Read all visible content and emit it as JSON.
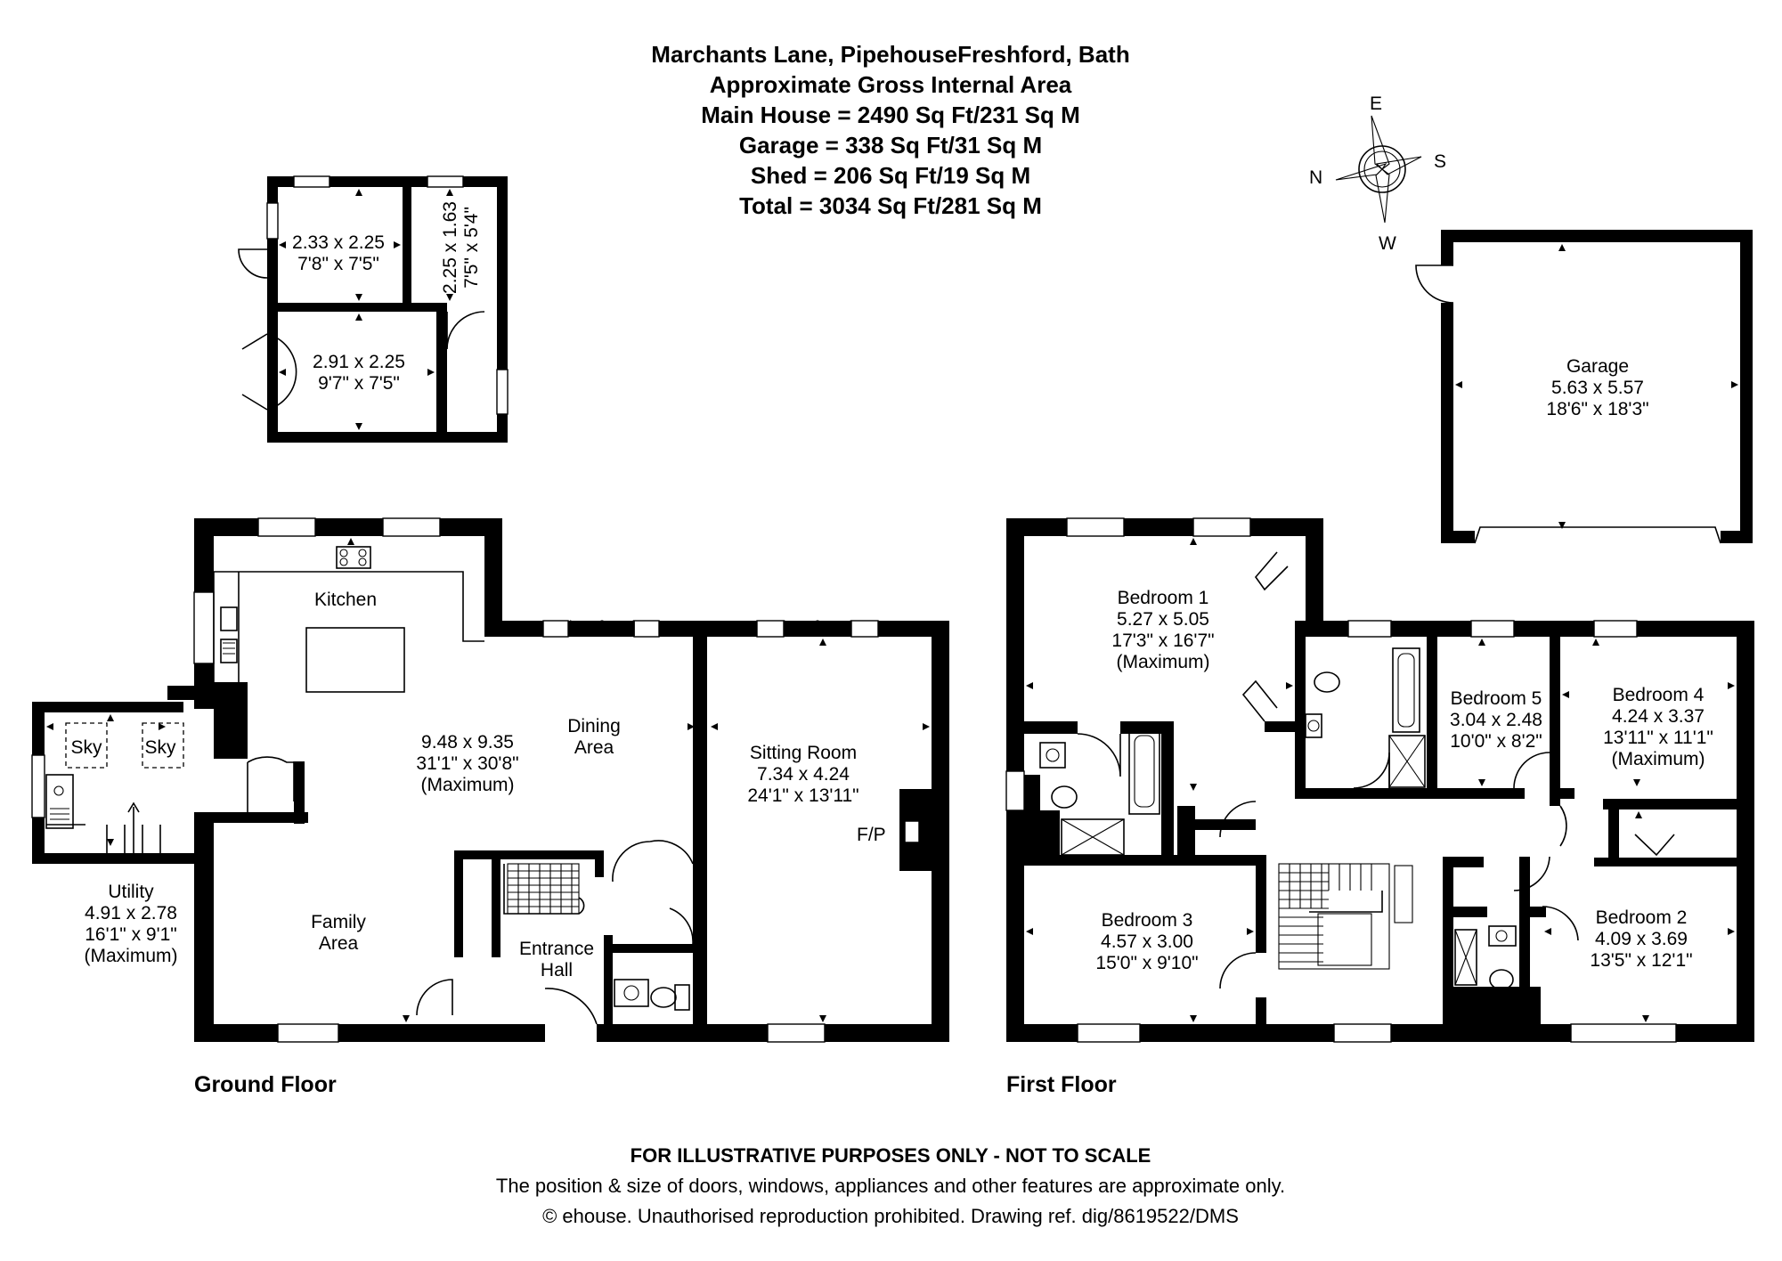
{
  "header": {
    "address": "Marchants Lane, PipehouseFreshford, Bath",
    "area_title": "Approximate Gross Internal Area",
    "main_house": "Main House = 2490 Sq Ft/231 Sq M",
    "garage": "Garage = 338 Sq Ft/31 Sq M",
    "shed": "Shed = 206 Sq Ft/19 Sq M",
    "total": "Total = 3034 Sq Ft/281 Sq M"
  },
  "compass": {
    "n": "N",
    "e": "E",
    "s": "S",
    "w": "W"
  },
  "shed": {
    "room_a": {
      "metric": "2.33 x 2.25",
      "imperial": "7'8\" x 7'5\""
    },
    "room_b": {
      "metric": "2.25 x 1.63",
      "imperial": "7'5\" x 5'4\""
    },
    "room_c": {
      "metric": "2.91 x 2.25",
      "imperial": "9'7\" x 7'5\""
    }
  },
  "garage": {
    "name": "Garage",
    "metric": "5.63 x 5.57",
    "imperial": "18'6\" x 18'3\""
  },
  "ground_floor": {
    "label": "Ground Floor",
    "kitchen": "Kitchen",
    "main_dims": {
      "metric": "9.48 x 9.35",
      "imperial": "31'1\" x 30'8\"",
      "note": "(Maximum)"
    },
    "dining": [
      "Dining",
      "Area"
    ],
    "family": [
      "Family",
      "Area"
    ],
    "entrance": [
      "Entrance",
      "Hall"
    ],
    "sitting": {
      "name": "Sitting Room",
      "metric": "7.34 x 4.24",
      "imperial": "24'1\" x 13'11\""
    },
    "fireplace": "F/P",
    "utility": {
      "name": "Utility",
      "metric": "4.91 x 2.78",
      "imperial": "16'1\" x 9'1\"",
      "note": "(Maximum)"
    },
    "sky": [
      "Sky",
      "Sky"
    ]
  },
  "first_floor": {
    "label": "First Floor",
    "bedroom1": {
      "name": "Bedroom 1",
      "metric": "5.27 x 5.05",
      "imperial": "17'3\" x 16'7\"",
      "note": "(Maximum)"
    },
    "bedroom2": {
      "name": "Bedroom 2",
      "metric": "4.09 x 3.69",
      "imperial": "13'5\" x 12'1\""
    },
    "bedroom3": {
      "name": "Bedroom 3",
      "metric": "4.57 x 3.00",
      "imperial": "15'0\" x 9'10\""
    },
    "bedroom4": {
      "name": "Bedroom 4",
      "metric": "4.24 x 3.37",
      "imperial": "13'11\" x 11'1\"",
      "note": "(Maximum)"
    },
    "bedroom5": {
      "name": "Bedroom 5",
      "metric": "3.04 x 2.48",
      "imperial": "10'0\" x 8'2\""
    }
  },
  "disclaimer": {
    "line1": "FOR ILLUSTRATIVE PURPOSES ONLY - NOT TO SCALE",
    "line2": "The position & size of doors, windows, appliances and other features are approximate only.",
    "line3": "© ehouse. Unauthorised reproduction prohibited. Drawing ref. dig/8619522/DMS"
  }
}
